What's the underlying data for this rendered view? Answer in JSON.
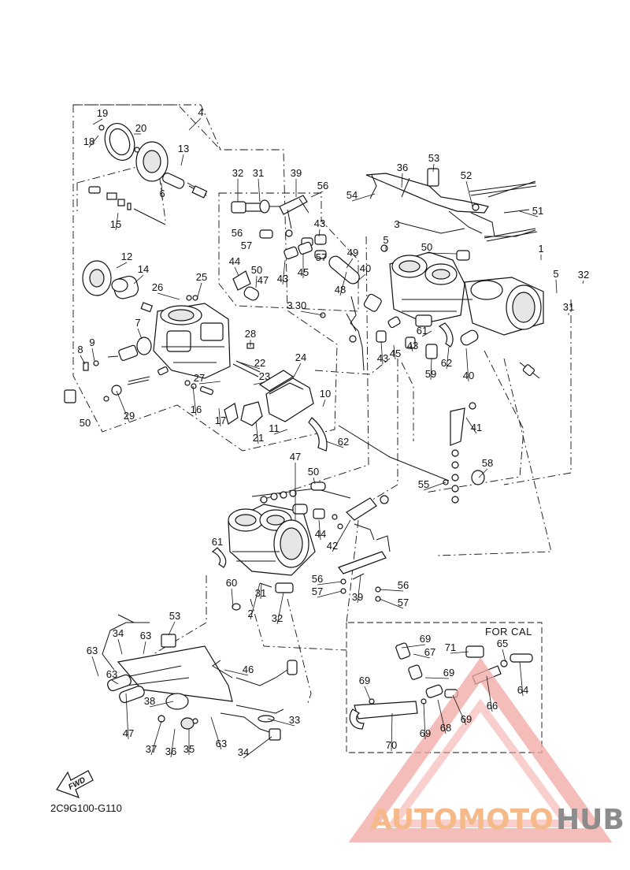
{
  "diagram": {
    "code": "2C9G100-G110",
    "fwd_label": "FWD",
    "cal_box_title": "FOR CAL",
    "callouts": [
      {
        "id": "c19",
        "text": "19"
      },
      {
        "id": "c20",
        "text": "20"
      },
      {
        "id": "c18",
        "text": "18"
      },
      {
        "id": "c4",
        "text": "4"
      },
      {
        "id": "c13",
        "text": "13"
      },
      {
        "id": "c6",
        "text": "6"
      },
      {
        "id": "c15",
        "text": "15"
      },
      {
        "id": "c12",
        "text": "12"
      },
      {
        "id": "c14",
        "text": "14"
      },
      {
        "id": "c26",
        "text": "26"
      },
      {
        "id": "c25",
        "text": "25"
      },
      {
        "id": "c7",
        "text": "7"
      },
      {
        "id": "c8",
        "text": "8"
      },
      {
        "id": "c9",
        "text": "9"
      },
      {
        "id": "c50a",
        "text": "50"
      },
      {
        "id": "c29",
        "text": "29"
      },
      {
        "id": "c16",
        "text": "16"
      },
      {
        "id": "c17",
        "text": "17"
      },
      {
        "id": "c27",
        "text": "27"
      },
      {
        "id": "c28",
        "text": "28"
      },
      {
        "id": "c22",
        "text": "22"
      },
      {
        "id": "c23",
        "text": "23"
      },
      {
        "id": "c24",
        "text": "24"
      },
      {
        "id": "c21",
        "text": "21"
      },
      {
        "id": "c11",
        "text": "11"
      },
      {
        "id": "c10",
        "text": "10"
      },
      {
        "id": "c62a",
        "text": "62"
      },
      {
        "id": "c32a",
        "text": "32"
      },
      {
        "id": "c31a",
        "text": "31"
      },
      {
        "id": "c39a",
        "text": "39"
      },
      {
        "id": "c56a",
        "text": "56"
      },
      {
        "id": "c56b",
        "text": "56"
      },
      {
        "id": "c57a",
        "text": "57"
      },
      {
        "id": "c43a",
        "text": "43"
      },
      {
        "id": "c57b",
        "text": "57"
      },
      {
        "id": "c44a",
        "text": "44"
      },
      {
        "id": "c50b",
        "text": "50"
      },
      {
        "id": "c47a",
        "text": "47"
      },
      {
        "id": "c43b",
        "text": "43"
      },
      {
        "id": "c45a",
        "text": "45"
      },
      {
        "id": "c49",
        "text": "49"
      },
      {
        "id": "c40a",
        "text": "40"
      },
      {
        "id": "c48",
        "text": "48"
      },
      {
        "id": "c3a",
        "text": "3"
      },
      {
        "id": "c30",
        "text": "30"
      },
      {
        "id": "c3b",
        "text": "3"
      },
      {
        "id": "c53a",
        "text": "53"
      },
      {
        "id": "c36",
        "text": "36"
      },
      {
        "id": "c52",
        "text": "52"
      },
      {
        "id": "c54",
        "text": "54"
      },
      {
        "id": "c51",
        "text": "51"
      },
      {
        "id": "c5a",
        "text": "5"
      },
      {
        "id": "c50c",
        "text": "50"
      },
      {
        "id": "c1",
        "text": "1"
      },
      {
        "id": "c5b",
        "text": "5"
      },
      {
        "id": "c32b",
        "text": "32"
      },
      {
        "id": "c31b",
        "text": "31"
      },
      {
        "id": "c61a",
        "text": "61"
      },
      {
        "id": "c43c",
        "text": "43"
      },
      {
        "id": "c45b",
        "text": "45"
      },
      {
        "id": "c43d",
        "text": "43"
      },
      {
        "id": "c59",
        "text": "59"
      },
      {
        "id": "c62b",
        "text": "62"
      },
      {
        "id": "c40b",
        "text": "40"
      },
      {
        "id": "c41",
        "text": "41"
      },
      {
        "id": "c58",
        "text": "58"
      },
      {
        "id": "c55",
        "text": "55"
      },
      {
        "id": "c47b",
        "text": "47"
      },
      {
        "id": "c50d",
        "text": "50"
      },
      {
        "id": "c44b",
        "text": "44"
      },
      {
        "id": "c42",
        "text": "42"
      },
      {
        "id": "c61b",
        "text": "61"
      },
      {
        "id": "c60",
        "text": "60"
      },
      {
        "id": "c31c",
        "text": "31"
      },
      {
        "id": "c2",
        "text": "2"
      },
      {
        "id": "c32c",
        "text": "32"
      },
      {
        "id": "c56c",
        "text": "56"
      },
      {
        "id": "c57c",
        "text": "57"
      },
      {
        "id": "c39b",
        "text": "39"
      },
      {
        "id": "c56d",
        "text": "56"
      },
      {
        "id": "c57d",
        "text": "57"
      },
      {
        "id": "c53b",
        "text": "53"
      },
      {
        "id": "c34a",
        "text": "34"
      },
      {
        "id": "c63a",
        "text": "63"
      },
      {
        "id": "c63b",
        "text": "63"
      },
      {
        "id": "c63c",
        "text": "63"
      },
      {
        "id": "c46",
        "text": "46"
      },
      {
        "id": "c38",
        "text": "38"
      },
      {
        "id": "c47c",
        "text": "47"
      },
      {
        "id": "c37",
        "text": "37"
      },
      {
        "id": "c36b",
        "text": "36"
      },
      {
        "id": "c35",
        "text": "35"
      },
      {
        "id": "c63d",
        "text": "63"
      },
      {
        "id": "c33",
        "text": "33"
      },
      {
        "id": "c34b",
        "text": "34"
      },
      {
        "id": "c69a",
        "text": "69"
      },
      {
        "id": "c67",
        "text": "67"
      },
      {
        "id": "c71",
        "text": "71"
      },
      {
        "id": "c65",
        "text": "65"
      },
      {
        "id": "c69b",
        "text": "69"
      },
      {
        "id": "c64",
        "text": "64"
      },
      {
        "id": "c66",
        "text": "66"
      },
      {
        "id": "c69c",
        "text": "69"
      },
      {
        "id": "c69d",
        "text": "69"
      },
      {
        "id": "c68",
        "text": "68"
      },
      {
        "id": "c69e",
        "text": "69"
      },
      {
        "id": "c70",
        "text": "70"
      }
    ]
  },
  "watermark": {
    "text_a": "AUTOMOTO",
    "text_b": "HUB",
    "color_a": "#f5b98a",
    "color_b": "#8c8c8c",
    "triangle_color": "#e8403a"
  }
}
